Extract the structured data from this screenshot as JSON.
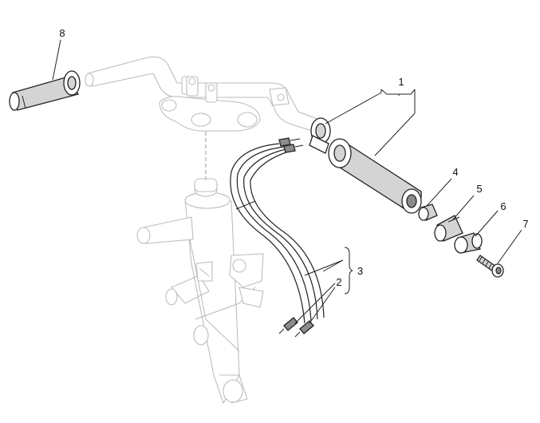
{
  "callouts": [
    {
      "id": "1",
      "label": "1"
    },
    {
      "id": "2",
      "label": "2"
    },
    {
      "id": "3",
      "label": "3"
    },
    {
      "id": "4",
      "label": "4"
    },
    {
      "id": "5",
      "label": "5"
    },
    {
      "id": "6",
      "label": "6"
    },
    {
      "id": "7",
      "label": "7"
    },
    {
      "id": "8",
      "label": "8"
    }
  ],
  "colors": {
    "ghost_outline": "#bdbdbd",
    "part_outline": "#222222",
    "part_fill_gray": "#d4d4d4",
    "part_fill_dark": "#8c8c8c"
  }
}
